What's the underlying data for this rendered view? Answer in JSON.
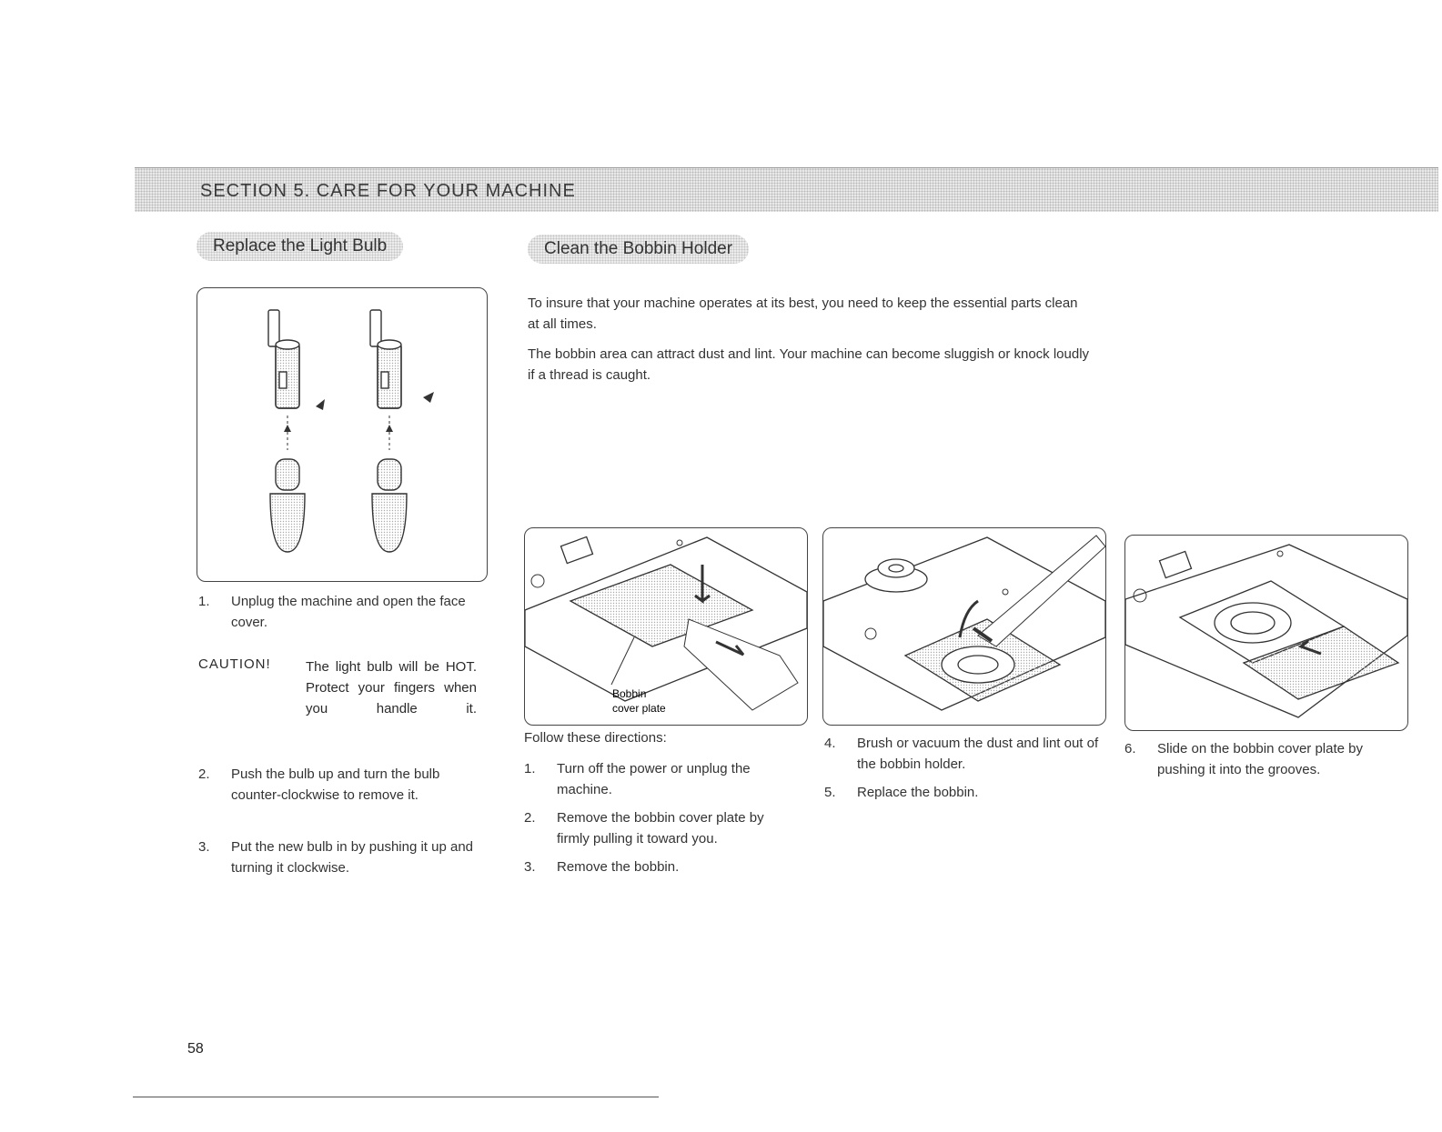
{
  "header": {
    "section_title": "SECTION 5. CARE FOR YOUR MACHINE"
  },
  "left": {
    "heading": "Replace the Light Bulb",
    "steps": [
      {
        "num": "1.",
        "text": "Unplug the machine and open the face cover."
      },
      {
        "num": "2.",
        "text": "Push the bulb up and turn the bulb counter-clockwise to remove it."
      },
      {
        "num": "3.",
        "text": "Put the new bulb in by pushing it up and turning it clockwise."
      }
    ],
    "caution_label": "CAUTION!",
    "caution_text": "The light bulb will be HOT. Protect your fingers when you handle it."
  },
  "right": {
    "heading": "Clean the Bobbin Holder",
    "intro1": "To insure that your machine operates at its best, you need to keep the essential parts clean at all times.",
    "intro2": "The bobbin area can attract dust and lint. Your machine can become sluggish or knock loudly if a thread is caught.",
    "fig1_label_line1": "Bobbin",
    "fig1_label_line2": "cover plate",
    "follow": "Follow these directions:",
    "steps": [
      {
        "num": "1.",
        "text": "Turn off the power or unplug the machine."
      },
      {
        "num": "2.",
        "text": "Remove the bobbin cover plate by firmly pulling it toward you."
      },
      {
        "num": "3.",
        "text": "Remove the bobbin."
      },
      {
        "num": "4.",
        "text": "Brush or vacuum the dust and lint out of the bobbin holder."
      },
      {
        "num": "5.",
        "text": "Replace the bobbin."
      },
      {
        "num": "6.",
        "text": "Slide on the bobbin cover plate by pushing it into the grooves."
      }
    ]
  },
  "footer": {
    "page_number": "58"
  }
}
